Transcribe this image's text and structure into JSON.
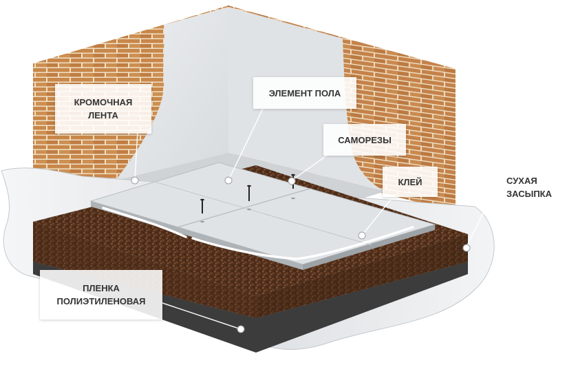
{
  "labels": {
    "edge_tape": [
      "КРОМОЧНАЯ",
      "ЛЕНТА"
    ],
    "floor_element": "ЭЛЕМЕНТ ПОЛА",
    "screws": "САМОРЕЗЫ",
    "glue": "КЛЕЙ",
    "dry_backfill": [
      "СУХАЯ",
      "ЗАСЫПКА"
    ],
    "polyethylene_film": [
      "ПЛЕНКА",
      "ПОЛИЭТИЛЕНОВАЯ"
    ]
  },
  "colors": {
    "brick": "#c8874a",
    "mortar": "#f1e1c6",
    "wall_sheet": "#e4e7ea",
    "floor_panel": "#dfe3e6",
    "backfill": "#5a3621",
    "film": "#eef0f2",
    "base": "#3c3c3c",
    "label_text": "#333333"
  }
}
